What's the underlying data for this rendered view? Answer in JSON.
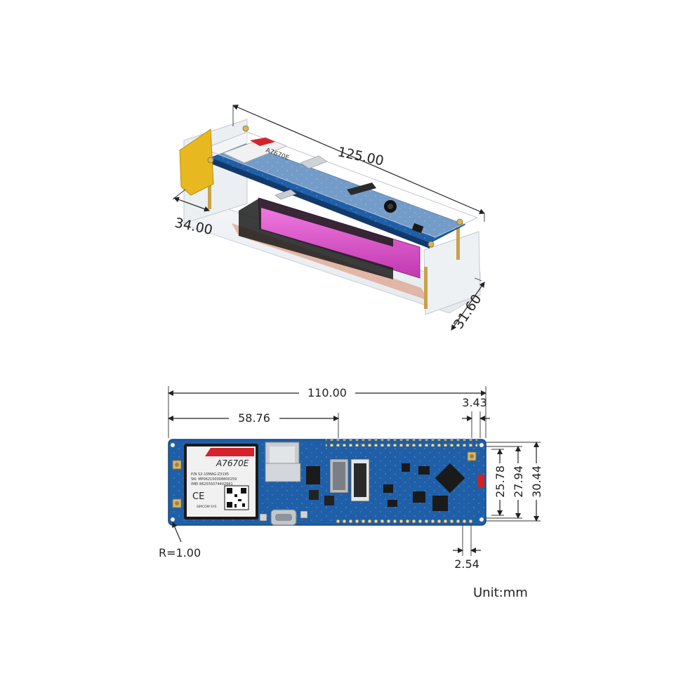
{
  "case_view": {
    "length": "125.00",
    "width": "34.00",
    "height": "31.60",
    "module_label": "A7670E"
  },
  "board_view": {
    "length": "110.00",
    "offset": "58.76",
    "edge_gap": "3.43",
    "heights": [
      "25.78",
      "27.94",
      "30.44"
    ],
    "pitch": "2.54",
    "radius": "R=1.00"
  },
  "module": {
    "name": "A7670E",
    "line1": "P/N  S2-10MAG-Z3195",
    "line2": "SN: MP062150008800259",
    "line3": "IMEI 862555074402961",
    "ce": "CE",
    "brand": "SIMCOM SYS"
  },
  "unit_label": "Unit:mm",
  "colors": {
    "pcb_blue": "#1f5fa8",
    "pcb_edge": "#16477f",
    "battery_pink": "#e24fd0",
    "tape_yellow": "#e8b820",
    "module_white": "#f1f1f1",
    "module_red": "#d6222a"
  }
}
